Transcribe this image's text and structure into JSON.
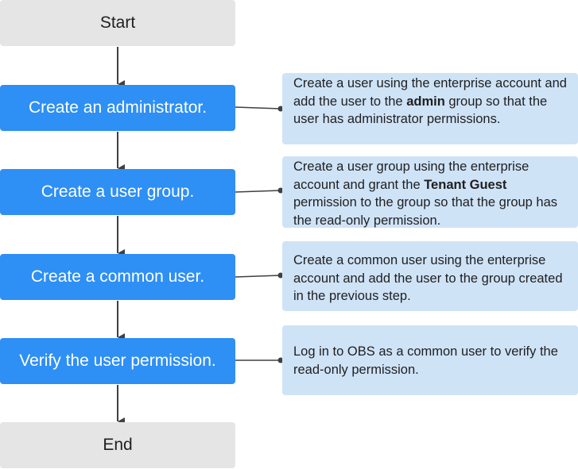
{
  "flow": {
    "start": "Start",
    "end": "End",
    "steps": [
      {
        "label": "Create an administrator.",
        "note": [
          "Create a user using the enterprise account and add the user to the ",
          "admin",
          " group so that the user has administrator permissions."
        ]
      },
      {
        "label": "Create a user group.",
        "note": [
          "Create a user group using the enterprise account and grant the ",
          "Tenant Guest",
          " permission to the group so that the group has the read-only permission."
        ]
      },
      {
        "label": "Create a common user.",
        "note": [
          "Create a common user using the enterprise account and add the user to the group created in the previous step.",
          "",
          ""
        ]
      },
      {
        "label": "Verify the user permission.",
        "note": [
          "Log in to OBS as a common user to verify the read-only permission.",
          "",
          ""
        ]
      }
    ]
  },
  "colors": {
    "step_fill": "#2e8ff5",
    "terminal_fill": "#e5e5e5",
    "note_fill": "#cfe3f7",
    "connector": "#404040"
  }
}
